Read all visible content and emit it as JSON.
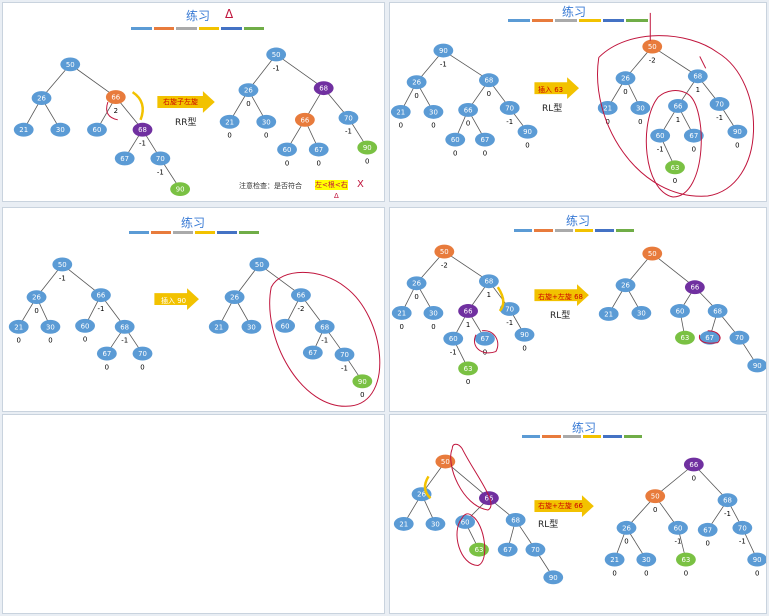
{
  "colors": {
    "node_blue": "#5b9bd5",
    "node_orange": "#e87b3c",
    "node_purple": "#7030a0",
    "node_green": "#7ac143",
    "edge": "#555555",
    "annot": "#c0143c",
    "arrow": "#f2c200",
    "title": "#3a7bd5"
  },
  "panels": [
    {
      "title": "练习",
      "title_extra": "Δ",
      "arrow_label": "右旋子左旋",
      "type": "RR型",
      "note": "注意检查：是否符合",
      "note_hl": "左<根<右",
      "note_x": "X",
      "note_x2": "Δ"
    },
    {
      "title": "练习",
      "arrow_label": "插入 63",
      "type": "RL型"
    },
    {
      "title": "练习",
      "arrow_label": "插入 90"
    },
    {
      "title": "练习",
      "arrow_label": "右旋+左旋 68",
      "type": "RL型"
    },
    {
      "title": "练习",
      "arrow_label": "右旋+左旋 66",
      "type": "RL型"
    }
  ],
  "trees": {
    "p1a": {
      "nodes": [
        [
          "50",
          "b"
        ],
        [
          "26",
          "b"
        ],
        [
          "66",
          "o"
        ],
        [
          "21",
          "b"
        ],
        [
          "30",
          "b"
        ],
        [
          "60",
          "b"
        ],
        [
          "68",
          "p"
        ],
        [
          "67",
          "b"
        ],
        [
          "70",
          "b"
        ],
        [
          "90",
          "g"
        ]
      ],
      "bf": [
        "",
        "",
        "2",
        "",
        "",
        "",
        "-1",
        "",
        "-1",
        ""
      ]
    },
    "p1b": {
      "nodes": [
        [
          "50",
          "b"
        ],
        [
          "26",
          "b"
        ],
        [
          "68",
          "p"
        ],
        [
          "21",
          "b"
        ],
        [
          "30",
          "b"
        ],
        [
          "66",
          "o"
        ],
        [
          "70",
          "b"
        ],
        [
          "60",
          "b"
        ],
        [
          "67",
          "b"
        ],
        [
          "90",
          "g"
        ]
      ],
      "bf": [
        "-1",
        "0",
        "",
        "0",
        "0",
        "",
        "-1",
        "0",
        "0",
        "0"
      ]
    },
    "p2": {
      "nodes": [
        [
          "50",
          "o"
        ],
        [
          "26",
          "b"
        ],
        [
          "68",
          "b"
        ],
        [
          "21",
          "b"
        ],
        [
          "30",
          "b"
        ],
        [
          "66",
          "b"
        ],
        [
          "70",
          "b"
        ],
        [
          "60",
          "b"
        ],
        [
          "67",
          "b"
        ],
        [
          "90",
          "b"
        ],
        [
          "63",
          "g"
        ]
      ],
      "bf": [
        "-2",
        "0",
        "1",
        "0",
        "0",
        "1",
        "-1",
        "-1",
        "0",
        "0",
        "0"
      ]
    },
    "p2x": {
      "nodes": [
        [
          "90",
          "b"
        ],
        [
          "26",
          "b"
        ],
        [
          "68",
          "b"
        ],
        [
          "21",
          "b"
        ],
        [
          "30",
          "b"
        ],
        [
          "66",
          "b"
        ],
        [
          "70",
          "b"
        ],
        [
          "60",
          "b"
        ],
        [
          "67",
          "b"
        ],
        [
          "90",
          "b"
        ]
      ],
      "bf": [
        "-1",
        "0",
        "0",
        "0",
        "0",
        "0",
        "-1",
        "0",
        "0",
        "0"
      ]
    },
    "p3a": {
      "nodes": [
        [
          "50",
          "b"
        ],
        [
          "26",
          "b"
        ],
        [
          "66",
          "b"
        ],
        [
          "21",
          "b"
        ],
        [
          "30",
          "b"
        ],
        [
          "60",
          "b"
        ],
        [
          "68",
          "b"
        ],
        [
          "67",
          "b"
        ],
        [
          "70",
          "b"
        ]
      ],
      "bf": [
        "-1",
        "0",
        "-1",
        "0",
        "0",
        "0",
        "-1",
        "0",
        "0"
      ]
    },
    "p3b": {
      "nodes": [
        [
          "50",
          "b"
        ],
        [
          "26",
          "b"
        ],
        [
          "66",
          "b"
        ],
        [
          "21",
          "b"
        ],
        [
          "30",
          "b"
        ],
        [
          "60",
          "b"
        ],
        [
          "68",
          "b"
        ],
        [
          "67",
          "b"
        ],
        [
          "70",
          "b"
        ],
        [
          "90",
          "g"
        ]
      ],
      "bf": [
        "",
        "",
        "-2",
        "",
        "",
        "",
        "-1",
        "",
        "-1",
        "0"
      ]
    },
    "p4a": {
      "nodes": [
        [
          "50",
          "o"
        ],
        [
          "26",
          "b"
        ],
        [
          "68",
          "b"
        ],
        [
          "21",
          "b"
        ],
        [
          "30",
          "b"
        ],
        [
          "66",
          "p"
        ],
        [
          "70",
          "b"
        ],
        [
          "60",
          "b"
        ],
        [
          "67",
          "b"
        ],
        [
          "90",
          "b"
        ],
        [
          "63",
          "g"
        ]
      ],
      "bf": [
        "-2",
        "0",
        "1",
        "0",
        "0",
        "1",
        "-1",
        "-1",
        "0",
        "0",
        "0"
      ]
    },
    "p4b": {
      "nodes": [
        [
          "50",
          "o"
        ],
        [
          "26",
          "b"
        ],
        [
          "66",
          "p"
        ],
        [
          "21",
          "b"
        ],
        [
          "30",
          "b"
        ],
        [
          "60",
          "b"
        ],
        [
          "68",
          "b"
        ],
        [
          "63",
          "g"
        ],
        [
          "67",
          "b"
        ],
        [
          "70",
          "b"
        ],
        [
          "90",
          "b"
        ]
      ],
      "bf": [
        "",
        "",
        "",
        "",
        "",
        "",
        "",
        "",
        "",
        "",
        ""
      ]
    },
    "p5a": {
      "nodes": [
        [
          "50",
          "o"
        ],
        [
          "26",
          "b"
        ],
        [
          "66",
          "p"
        ],
        [
          "21",
          "b"
        ],
        [
          "30",
          "b"
        ],
        [
          "60",
          "b"
        ],
        [
          "68",
          "b"
        ],
        [
          "63",
          "g"
        ],
        [
          "67",
          "b"
        ],
        [
          "70",
          "b"
        ],
        [
          "90",
          "b"
        ]
      ],
      "bf": [
        "",
        "",
        "",
        "",
        "",
        "",
        "",
        "",
        "",
        "",
        ""
      ]
    },
    "p5b": {
      "nodes": [
        [
          "66",
          "p"
        ],
        [
          "50",
          "o"
        ],
        [
          "68",
          "b"
        ],
        [
          "26",
          "b"
        ],
        [
          "60",
          "b"
        ],
        [
          "67",
          "b"
        ],
        [
          "70",
          "b"
        ],
        [
          "21",
          "b"
        ],
        [
          "30",
          "b"
        ],
        [
          "63",
          "g"
        ],
        [
          "90",
          "b"
        ]
      ],
      "bf": [
        "0",
        "0",
        "-1",
        "0",
        "-1",
        "0",
        "-1",
        "0",
        "0",
        "0",
        "0"
      ]
    }
  }
}
